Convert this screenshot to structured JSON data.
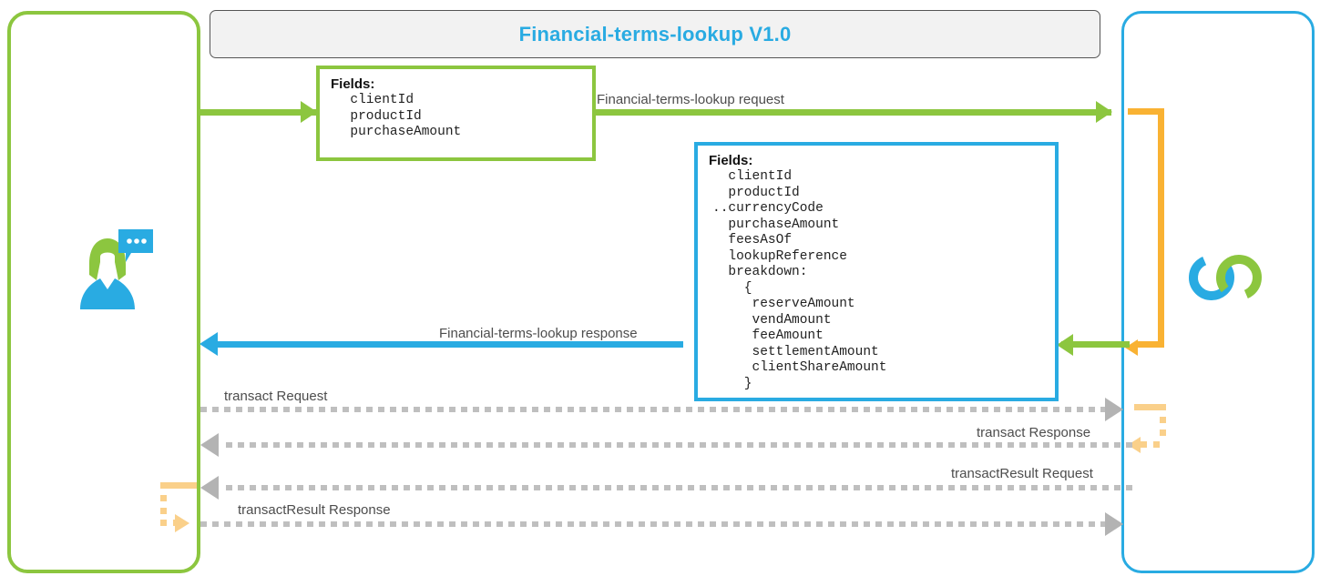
{
  "header": {
    "title": "Financial-terms-lookup V1.0"
  },
  "colors": {
    "green": "#8CC63F",
    "blue": "#29ABE2",
    "orange": "#F9B233",
    "orange_pale": "#FAD08A",
    "grey_dotted": "#BFBFBF",
    "title_bar_bg": "#f2f2f2",
    "label_text": "#4d4d4d"
  },
  "lanes": {
    "left": {
      "name": "client-lane",
      "icon": "user-with-chat-bubble-icon"
    },
    "right": {
      "name": "service-lane",
      "icon": "interlocking-rings-logo"
    }
  },
  "field_boxes": [
    {
      "id": "request-fields",
      "title": "Fields:",
      "lines": "  clientId\n  productId\n  purchaseAmount",
      "border_color": "#8CC63F"
    },
    {
      "id": "response-fields",
      "title": "Fields:",
      "lines": "  clientId\n  productId\n..currencyCode\n  purchaseAmount\n  feesAsOf\n  lookupReference\n  breakdown:\n    {\n     reserveAmount\n     vendAmount\n     feeAmount\n     settlementAmount\n     clientShareAmount\n    }",
      "border_color": "#29ABE2"
    }
  ],
  "messages": [
    {
      "id": "lookup-request",
      "label": "Financial-terms-lookup request",
      "style": "solid",
      "color": "#8CC63F",
      "direction": "right"
    },
    {
      "id": "lookup-response",
      "label": "Financial-terms-lookup response",
      "style": "solid",
      "color": "#29ABE2",
      "direction": "left"
    },
    {
      "id": "transact-request",
      "label": "transact Request",
      "style": "dotted",
      "color": "#BFBFBF",
      "direction": "right"
    },
    {
      "id": "transact-response",
      "label": "transact Response",
      "style": "dotted",
      "color": "#BFBFBF",
      "direction": "left"
    },
    {
      "id": "transactresult-request",
      "label": "transactResult Request",
      "style": "dotted",
      "color": "#BFBFBF",
      "direction": "left"
    },
    {
      "id": "transactresult-response",
      "label": "transactResult Response",
      "style": "dotted",
      "color": "#BFBFBF",
      "direction": "right"
    }
  ]
}
